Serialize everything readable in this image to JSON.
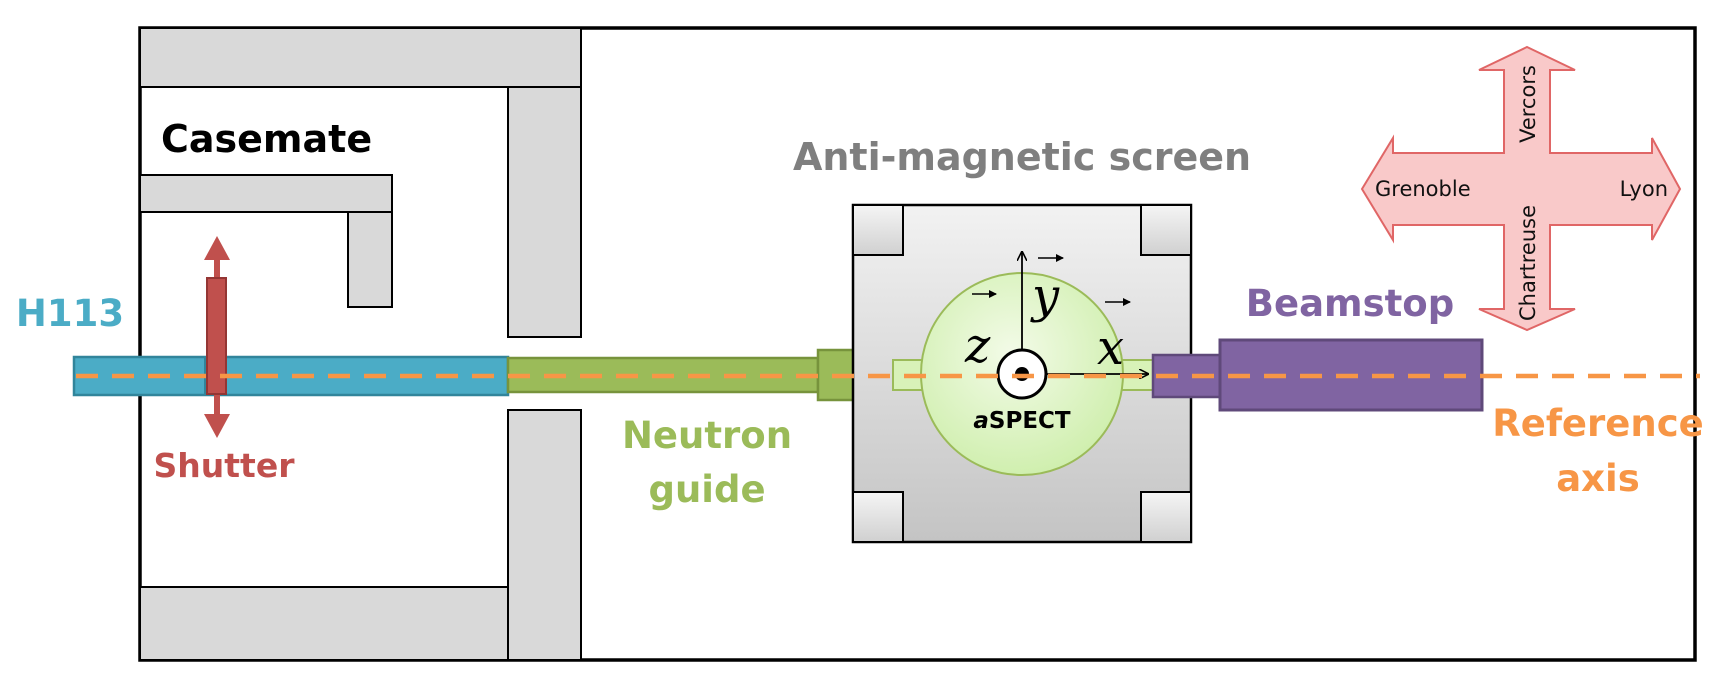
{
  "labels": {
    "casemate": "Casemate",
    "anti_magnetic_screen": "Anti-magnetic screen",
    "h113": "H113",
    "shutter": "Shutter",
    "neutron_guide_line1": "Neutron",
    "neutron_guide_line2": "guide",
    "beamstop": "Beamstop",
    "reference_axis_line1": "Reference",
    "reference_axis_line2": "axis",
    "aspect_prefix": "a",
    "aspect_suffix": "SPECT"
  },
  "coordinates": {
    "x": "x",
    "y": "y",
    "z": "z"
  },
  "compass": {
    "north": "Vercors",
    "south": "Chartreuse",
    "west": "Grenoble",
    "east": "Lyon"
  },
  "colors": {
    "h113": "#4bacc6",
    "shutter": "#c0504d",
    "neutron_guide": "#9bbb59",
    "beamstop": "#8064a2",
    "reference_axis": "#f79646",
    "screen_label": "#7f7f7f",
    "wall": "#d9d9d9",
    "compass_fill": "#f9c9c9",
    "compass_stroke": "#e06666",
    "aspect_fill": "#d8f2b8"
  }
}
